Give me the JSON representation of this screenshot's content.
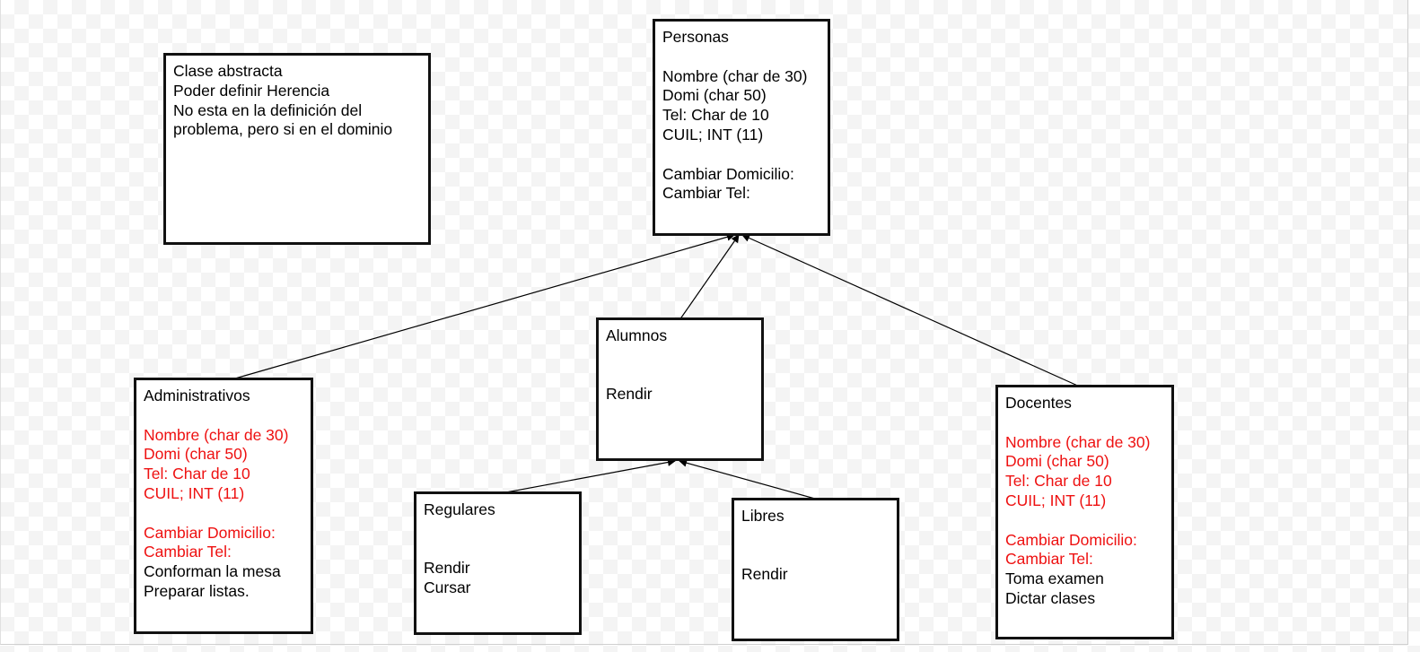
{
  "colors": {
    "inherited_text": "#ee1111",
    "border": "#111111",
    "text": "#000000"
  },
  "note": {
    "lines": [
      "Clase abstracta",
      "Poder definir Herencia",
      "No esta en la definición del",
      "problema, pero si en el dominio"
    ]
  },
  "personas": {
    "title": "Personas",
    "attributes": [
      "Nombre (char de 30)",
      "Domi (char 50)",
      "Tel: Char de 10",
      "CUIL; INT (11)"
    ],
    "methods": [
      "Cambiar Domicilio:",
      "Cambiar Tel:"
    ]
  },
  "alumnos": {
    "title": "Alumnos",
    "methods": [
      "Rendir"
    ]
  },
  "administrativos": {
    "title": "Administrativos",
    "inherited_attributes": [
      "Nombre (char de 30)",
      "Domi (char 50)",
      "Tel: Char de 10",
      "CUIL; INT (11)"
    ],
    "inherited_methods": [
      "Cambiar Domicilio:",
      "Cambiar Tel:"
    ],
    "methods": [
      "Conforman la mesa",
      "Preparar listas."
    ]
  },
  "docentes": {
    "title": "Docentes",
    "inherited_attributes": [
      "Nombre (char de 30)",
      "Domi (char 50)",
      "Tel: Char de 10",
      "CUIL; INT (11)"
    ],
    "inherited_methods": [
      "Cambiar Domicilio:",
      "Cambiar Tel:"
    ],
    "methods": [
      "Toma examen",
      "Dictar clases"
    ]
  },
  "regulares": {
    "title": "Regulares",
    "methods": [
      "Rendir",
      "Cursar"
    ]
  },
  "libres": {
    "title": "Libres",
    "methods": [
      "Rendir"
    ]
  }
}
